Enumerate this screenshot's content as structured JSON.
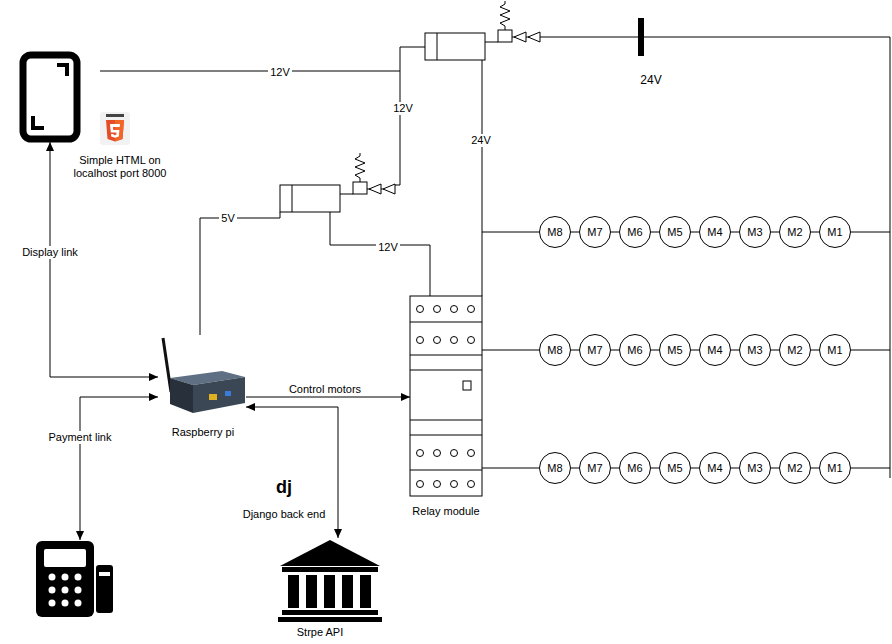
{
  "diagram": {
    "nodes": [
      {
        "text": [
          "Simple HTML on localhost port 8000"
        ]
      },
      {
        "text": [
          "Raspberry pi"
        ]
      },
      {
        "text": [
          "Relay module"
        ]
      },
      {
        "text": []
      },
      {
        "text": [
          "Django back end",
          "Strpe API"
        ]
      },
      {
        "text": [
          "M8"
        ]
      },
      {
        "text": [
          "M7"
        ]
      },
      {
        "text": [
          "M6"
        ]
      },
      {
        "text": [
          "M5"
        ]
      },
      {
        "text": [
          "M4"
        ]
      },
      {
        "text": [
          "M3"
        ]
      },
      {
        "text": [
          "M2"
        ]
      },
      {
        "text": [
          "M1"
        ]
      },
      {
        "text": [
          "M8"
        ]
      },
      {
        "text": [
          "M7"
        ]
      },
      {
        "text": [
          "M6"
        ]
      },
      {
        "text": [
          "M5"
        ]
      },
      {
        "text": [
          "M4"
        ]
      },
      {
        "text": [
          "M3"
        ]
      },
      {
        "text": [
          "M2"
        ]
      },
      {
        "text": [
          "M1"
        ]
      },
      {
        "text": [
          "M8"
        ]
      },
      {
        "text": [
          "M7"
        ]
      },
      {
        "text": [
          "M6"
        ]
      },
      {
        "text": [
          "M5"
        ]
      },
      {
        "text": [
          "M4"
        ]
      },
      {
        "text": [
          "M3"
        ]
      },
      {
        "text": [
          "M2"
        ]
      },
      {
        "text": [
          "M1"
        ]
      }
    ],
    "edges": [
      {
        "from": 0,
        "to": 1,
        "label": "Display link",
        "arrow": "both"
      },
      {
        "from": 1,
        "to": 3,
        "label": "Payment link",
        "arrow": "both"
      },
      {
        "from": 1,
        "to": 4,
        "arrow": "both"
      },
      {
        "from": 1,
        "to": 2,
        "label": "Control motors",
        "arrow": "to"
      },
      {
        "from": 2,
        "to": 13,
        "arrow": "none"
      },
      {
        "from": 2,
        "to": 21,
        "arrow": "none"
      },
      {
        "from": 5,
        "to": 6,
        "arrow": "none"
      },
      {
        "from": 6,
        "to": 7,
        "arrow": "none"
      },
      {
        "from": 7,
        "to": 8,
        "arrow": "none"
      },
      {
        "from": 8,
        "to": 9,
        "arrow": "none"
      },
      {
        "from": 9,
        "to": 10,
        "arrow": "none"
      },
      {
        "from": 10,
        "to": 11,
        "arrow": "none"
      },
      {
        "from": 11,
        "to": 12,
        "arrow": "none"
      },
      {
        "from": 13,
        "to": 14,
        "arrow": "none"
      },
      {
        "from": 14,
        "to": 15,
        "arrow": "none"
      },
      {
        "from": 15,
        "to": 16,
        "arrow": "none"
      },
      {
        "from": 16,
        "to": 17,
        "arrow": "none"
      },
      {
        "from": 17,
        "to": 18,
        "arrow": "none"
      },
      {
        "from": 18,
        "to": 19,
        "arrow": "none"
      },
      {
        "from": 19,
        "to": 20,
        "arrow": "none"
      },
      {
        "from": 21,
        "to": 22,
        "arrow": "none"
      },
      {
        "from": 22,
        "to": 23,
        "arrow": "none"
      },
      {
        "from": 23,
        "to": 24,
        "arrow": "none"
      },
      {
        "from": 24,
        "to": 25,
        "arrow": "none"
      },
      {
        "from": 25,
        "to": 26,
        "arrow": "none"
      },
      {
        "from": 26,
        "to": 27,
        "arrow": "none"
      },
      {
        "from": 27,
        "to": 28,
        "arrow": "none"
      }
    ],
    "labels": [
      "12V",
      "12V",
      "24V",
      "5V",
      "12V",
      "24V",
      "dj"
    ]
  }
}
